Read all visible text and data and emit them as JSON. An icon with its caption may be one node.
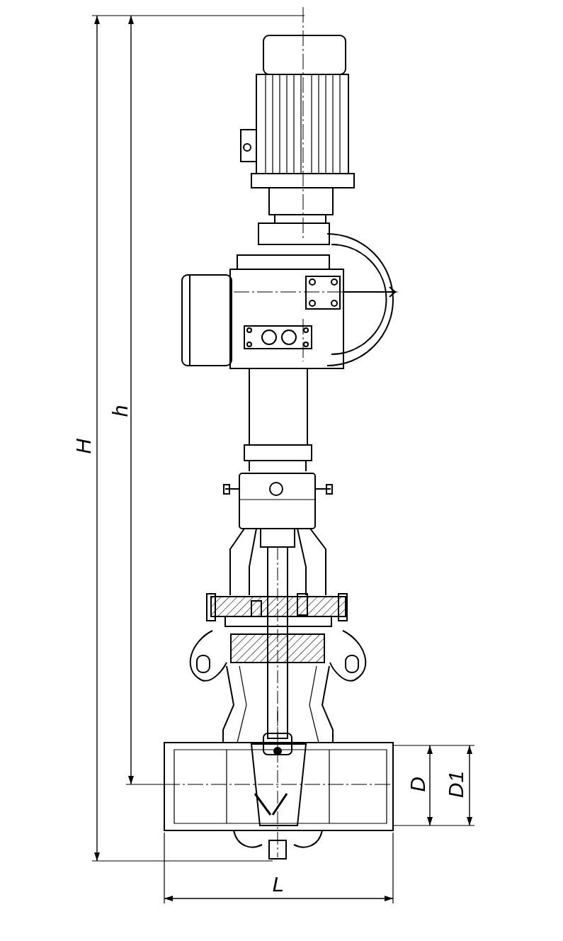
{
  "diagram": {
    "labels": [
      "H",
      "h",
      "D",
      "D1",
      "L"
    ]
  }
}
